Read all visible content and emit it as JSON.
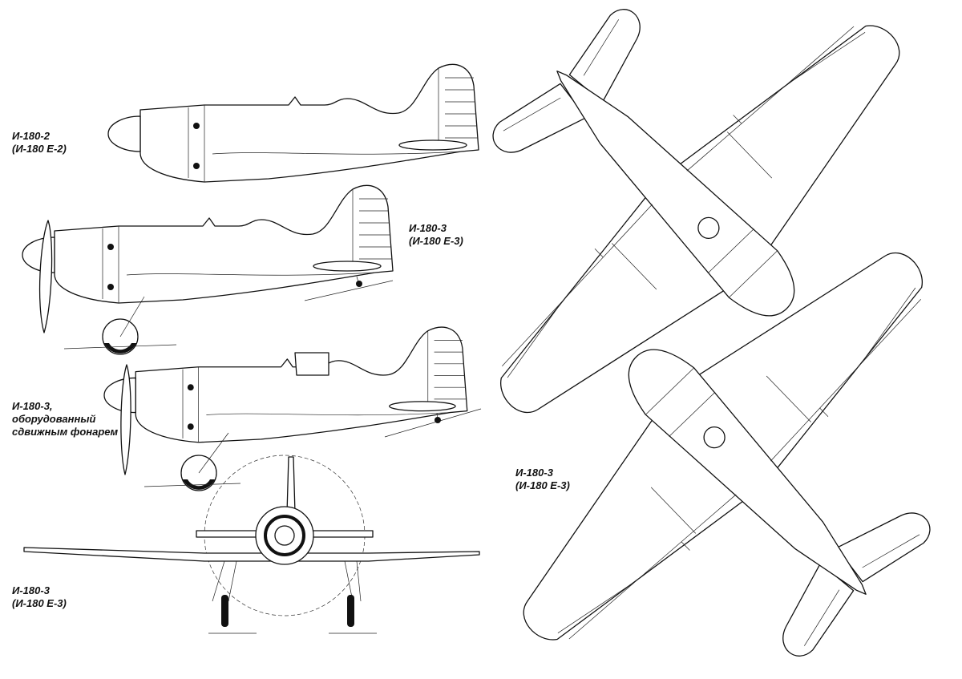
{
  "labels": {
    "side_view_1": {
      "line1": "И-180-2",
      "line2": "(И-180 Е-2)"
    },
    "side_view_2": {
      "line1": "И-180-3",
      "line2": "(И-180 Е-3)"
    },
    "side_view_3": {
      "line1": "И-180-3,",
      "line2": "оборудованный",
      "line3": "сдвижным фонарем"
    },
    "front_view": {
      "line1": "И-180-3",
      "line2": "(И-180 Е-3)"
    },
    "plan_views": {
      "line1": "И-180-3",
      "line2": "(И-180 Е-3)"
    }
  }
}
